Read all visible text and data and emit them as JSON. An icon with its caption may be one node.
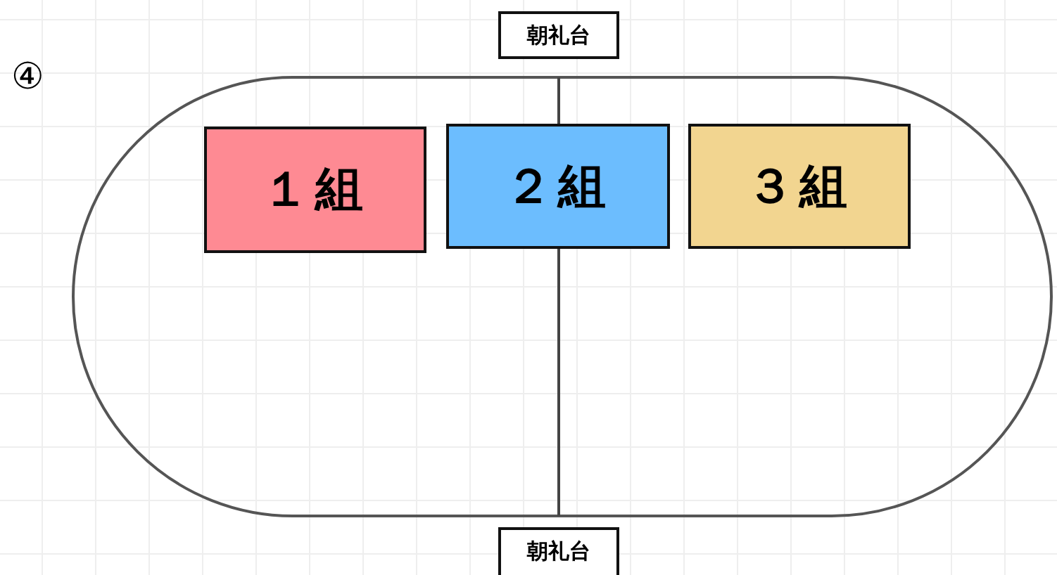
{
  "diagram": {
    "nodes": [
      {
        "text": [
          "朝礼台"
        ]
      },
      {
        "text": [
          "１組"
        ]
      },
      {
        "text": [
          "２組"
        ]
      },
      {
        "text": [
          "３組"
        ]
      },
      {
        "text": [
          "朝礼台"
        ]
      }
    ],
    "labels": [
      "④"
    ]
  }
}
